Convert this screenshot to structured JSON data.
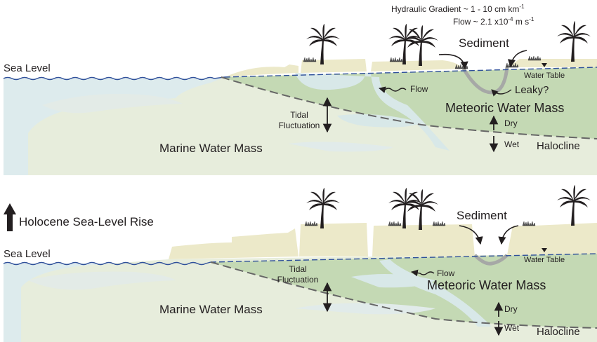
{
  "top_panel": {
    "sea_level": "Sea Level",
    "hydraulic_gradient_text": "Hydraulic Gradient ~ 1 - 10 cm km",
    "hydraulic_gradient_sup": "-1",
    "flow_rate_prefix": "Flow ~ 2.1 x10",
    "flow_rate_exp": "-4",
    "flow_rate_unit": "m s",
    "flow_rate_unit_sup": "-1",
    "sediment": "Sediment",
    "water_table": "Water Table",
    "flow": "Flow",
    "leaky": "Leaky?",
    "meteoric_water_mass": "Meteoric Water Mass",
    "tidal_fluctuation_line1": "Tidal",
    "tidal_fluctuation_line2": "Fluctuation",
    "dry": "Dry",
    "wet": "Wet",
    "marine_water_mass": "Marine Water Mass",
    "halocline": "Halocline"
  },
  "bottom_panel": {
    "holocene_sea_level_rise": "Holocene Sea-Level Rise",
    "sea_level": "Sea Level",
    "sediment": "Sediment",
    "water_table": "Water Table",
    "flow": "Flow",
    "meteoric_water_mass": "Meteoric Water Mass",
    "tidal_fluctuation_line1": "Tidal",
    "tidal_fluctuation_line2": "Fluctuation",
    "dry": "Dry",
    "wet": "Wet",
    "marine_water_mass": "Marine Water Mass",
    "halocline": "Halocline"
  },
  "colors": {
    "sea": "#ddebed",
    "marine_rock": "#e7eddc",
    "land": "#ece9c9",
    "meteoric": "#c4d9b4",
    "cave": "#d8e8e8",
    "sea_line": "#2e4f9a",
    "halocline_line": "#666666",
    "sediment": "#a6a8a6",
    "text": "#231f20"
  },
  "icons": [
    "palm-tree-icon",
    "grass-tuft-icon",
    "curved-arrow-icon",
    "double-arrow-icon",
    "up-arrow-icon",
    "triangle-marker-icon"
  ]
}
